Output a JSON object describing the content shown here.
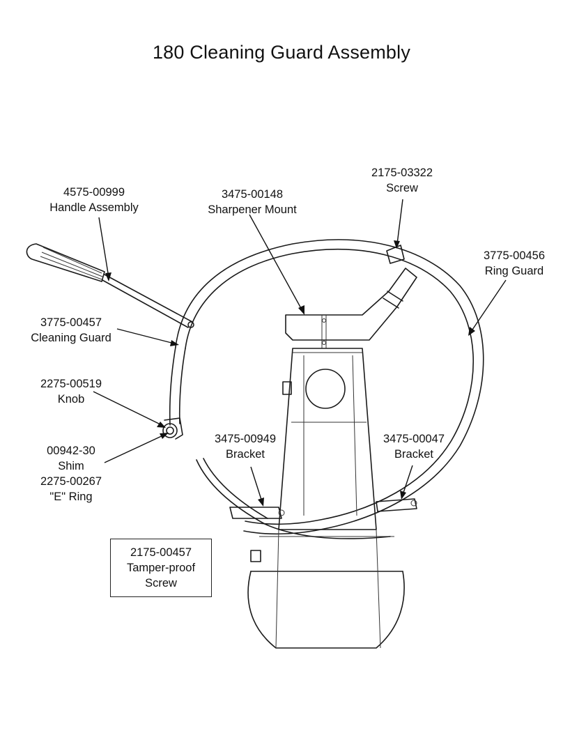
{
  "title": "180 Cleaning Guard Assembly",
  "callouts": {
    "handle": {
      "part": "4575-00999",
      "name": "Handle Assembly"
    },
    "sharpener_mount": {
      "part": "3475-00148",
      "name": "Sharpener Mount"
    },
    "screw_top": {
      "part": "2175-03322",
      "name": "Screw"
    },
    "ring_guard": {
      "part": "3775-00456",
      "name": "Ring Guard"
    },
    "cleaning_guard": {
      "part": "3775-00457",
      "name": "Cleaning Guard"
    },
    "knob": {
      "part": "2275-00519",
      "name": "Knob"
    },
    "shim": {
      "part": "00942-30",
      "name": "Shim"
    },
    "e_ring": {
      "part": "2275-00267",
      "name": "\"E\" Ring"
    },
    "bracket_left": {
      "part": "3475-00949",
      "name": "Bracket"
    },
    "bracket_right": {
      "part": "3475-00047",
      "name": "Bracket"
    },
    "tamper_screw": {
      "part": "2175-00457",
      "line2": "Tamper-proof",
      "line3": "Screw"
    }
  }
}
